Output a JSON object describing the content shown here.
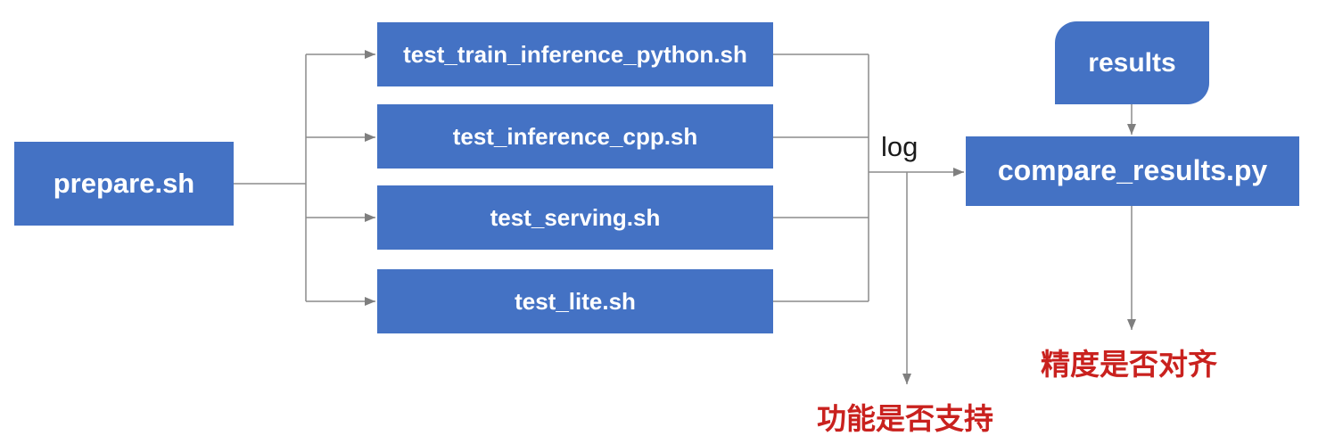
{
  "diagram": {
    "nodes": {
      "prepare": {
        "label": "prepare.sh"
      },
      "tests": [
        {
          "label": "test_train_inference_python.sh"
        },
        {
          "label": "test_inference_cpp.sh"
        },
        {
          "label": "test_serving.sh"
        },
        {
          "label": "test_lite.sh"
        }
      ],
      "results": {
        "label": "results"
      },
      "compare": {
        "label": "compare_results.py"
      }
    },
    "edge_labels": {
      "log": "log"
    },
    "annotations": {
      "function_support": "功能是否支持",
      "precision_aligned": "精度是否对齐"
    },
    "colors": {
      "node_fill": "#4472C4",
      "node_text": "#FFFFFF",
      "connector": "#8C8C8C",
      "arrowhead": "#7F7F7F",
      "annotation": "#C9211E",
      "label_text": "#1A1A1A",
      "background": "#FFFFFF"
    }
  }
}
